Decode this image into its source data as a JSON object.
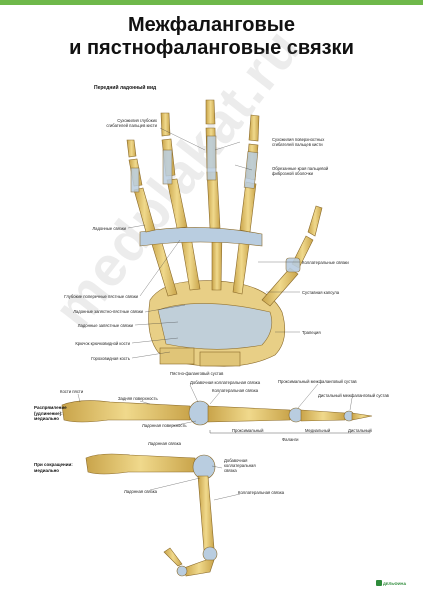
{
  "colors": {
    "accent": "#6fb84a",
    "bone": "#e2c46e",
    "ligament": "#b9cde0"
  },
  "title_line1": "Межфаланговые",
  "title_line2": "и пястнофаланговые связки",
  "view_label": "Передний ладонный вид",
  "hand_labels": {
    "sheath_deep": [
      "Сухожилия глубоких",
      "сгибателей пальцев кисти"
    ],
    "sheath_superficial": [
      "Сухожилия поверхностных",
      "сгибателей пальцев кисти"
    ],
    "fibrous_sheath": [
      "Обрезанные края пальцевой",
      "фиброзной оболочки"
    ],
    "palmar_ligaments": "Ладонные связки",
    "collateral": "Коллатеральные связки",
    "deep_transverse": "Глубокие поперечные пястные связки",
    "capsule": "Суставная капсула",
    "palmar_carpometacarpal": "Ладонные запястно-пястные связки",
    "palmar_carpal": "Ладонные запястные связки",
    "hamate_hook": "Крючок крючковидной кости",
    "pisiform": "Гороховидная кость",
    "trapezium": "Трапеция"
  },
  "finger_labels": {
    "extended_side": [
      "Распрямление",
      "(удлинение):",
      "медиально"
    ],
    "flexed_side": [
      "При сокращении:",
      "медиально"
    ],
    "mcp_joint": "Пястно-фаланговый сустав",
    "accessory_collateral": "Добавочная коллатеральная связка",
    "metacarpal_bone": "Кости пясти",
    "posterior_surface": "Задняя поверхность",
    "collateral_ligament": "Коллатеральная связка",
    "palmar_surface": "Ладонная поверхность",
    "palmar_ligament": "Ладонная связка",
    "pip_joint": "Проксимальный межфаланговый сустав",
    "dip_joint": "Дистальный межфаланговый сустав",
    "proximal": "Проксимальный",
    "middle": "Медиальный",
    "distal": "Дистальный",
    "phalanges": "Фаланги",
    "flexed_palmar_ligament": "Ладонная связка",
    "flexed_accessory": [
      "Добавочная",
      "коллатеральная",
      "связка"
    ],
    "flexed_collateral": "Коллатеральная связка"
  },
  "watermark": "medplakat.ru",
  "logo": "ДЕЛЬФИНА",
  "icons": [
    "logo-icon"
  ]
}
